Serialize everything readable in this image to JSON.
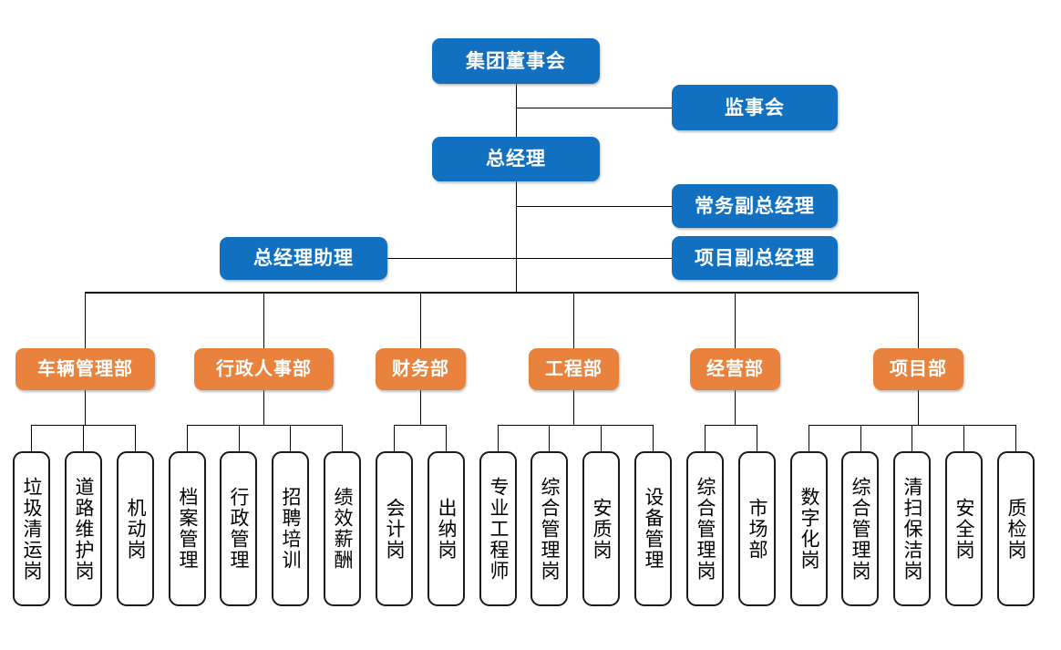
{
  "theme": {
    "blue": "#1270c0",
    "orange": "#e8823c",
    "line": "#000000",
    "leaf_border": "#1a1a1a",
    "background": "#ffffff"
  },
  "top_nodes": {
    "board": "集团董事会",
    "supervisory": "监事会",
    "general_manager": "总经理",
    "executive_deputy": "常务副总经理",
    "assistant": "总经理助理",
    "project_deputy": "项目副总经理"
  },
  "departments": [
    {
      "name": "车辆管理部",
      "positions": [
        "垃圾清运岗",
        "道路维护岗",
        "机动岗"
      ]
    },
    {
      "name": "行政人事部",
      "positions": [
        "档案管理",
        "行政管理",
        "招聘培训",
        "绩效薪酬"
      ]
    },
    {
      "name": "财务部",
      "positions": [
        "会计岗",
        "出纳岗"
      ]
    },
    {
      "name": "工程部",
      "positions": [
        "专业工程师",
        "综合管理岗",
        "安质岗",
        "设备管理"
      ]
    },
    {
      "name": "经营部",
      "positions": [
        "综合管理岗",
        "市场部"
      ]
    },
    {
      "name": "项目部",
      "positions": [
        "数字化岗",
        "综合管理岗",
        "清扫保洁岗",
        "安全岗",
        "质检岗"
      ]
    }
  ],
  "leaf_labels": [
    "垃圾清运岗",
    "道路维护岗",
    "机动岗",
    "档案管理",
    "行政管理",
    "招聘培训",
    "绩效薪酬",
    "会计岗",
    "出纳岗",
    "专业工程师",
    "综合管理岗",
    "安质岗",
    "设备管理",
    "综合管理岗",
    "市场部",
    "数字化岗",
    "综合管理岗",
    "清扫保洁岗",
    "安全岗",
    "质检岗"
  ]
}
